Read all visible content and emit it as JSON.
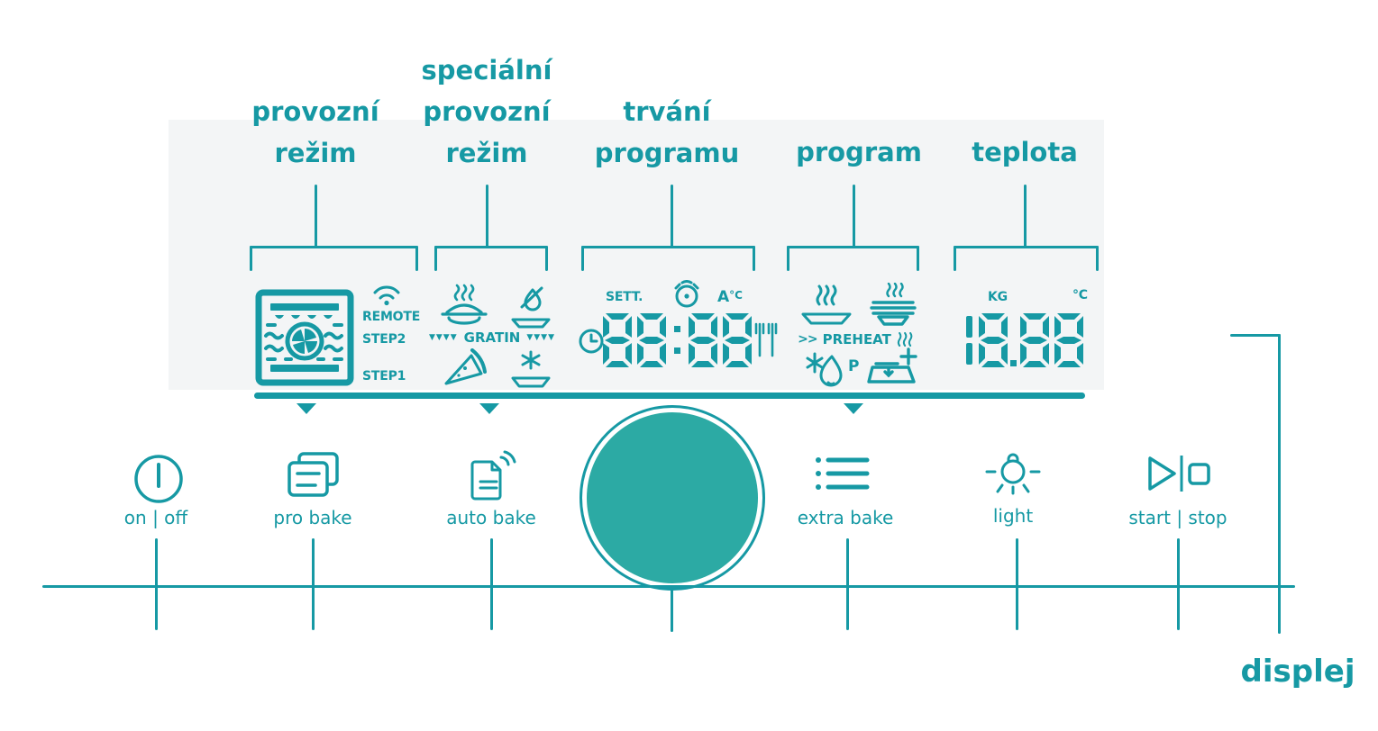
{
  "colors": {
    "teal": "#1699a4",
    "knob_fill": "#2caaa4",
    "panel_bg": "#f3f5f6"
  },
  "headings": {
    "operating_mode": [
      "provozní",
      "režim"
    ],
    "special_operating_mode": [
      "speciální",
      "provozní",
      "režim"
    ],
    "program_duration": [
      "trvání",
      "programu"
    ],
    "program": "program",
    "temperature": "teplota"
  },
  "display": {
    "remote": "REMOTE",
    "step2": "STEP2",
    "step1": "STEP1",
    "gratin_marks": "▼▼▼▼",
    "gratin": "GRATIN",
    "sett": "SETT.",
    "auto_a": "A",
    "auto_unit": "°C",
    "time_value": "88:88",
    "preheat_prefix": ">>",
    "preheat": "PREHEAT",
    "p_label": "P",
    "kg": "KG",
    "celsius": "°C",
    "weight_temp_value": "18.88"
  },
  "buttons": {
    "power": "on | off",
    "pro_bake": "pro bake",
    "auto_bake": "auto bake",
    "extra_bake": "extra bake",
    "light": "light",
    "start_stop": "start | stop"
  },
  "footer": {
    "display_label": "displej"
  }
}
